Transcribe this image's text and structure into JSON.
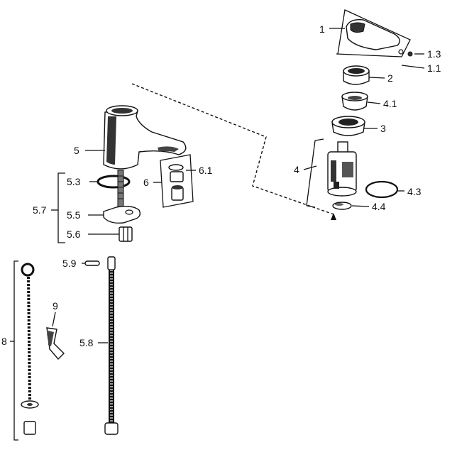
{
  "labels": {
    "l1": "1",
    "l1_3": "1.3",
    "l1_1": "1.1",
    "l2": "2",
    "l4_1": "4.1",
    "l3": "3",
    "l4": "4",
    "l4_3": "4.3",
    "l4_4": "4.4",
    "l5": "5",
    "l5_3": "5.3",
    "l6_1": "6.1",
    "l6": "6",
    "l5_7": "5.7",
    "l5_5": "5.5",
    "l5_6": "5.6",
    "l5_9": "5.9",
    "l9": "9",
    "l8": "8",
    "l5_8": "5.8"
  }
}
